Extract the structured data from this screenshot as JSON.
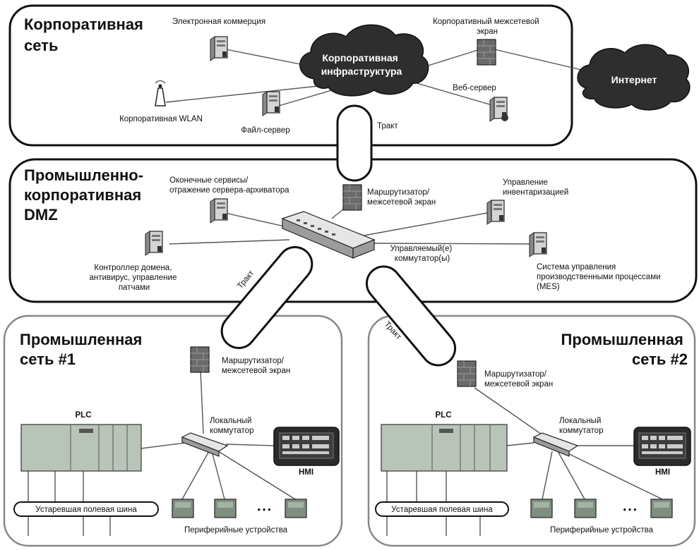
{
  "zones": {
    "corporate": "Корпоративная сеть",
    "dmz": "Промышленно-корпоративная DMZ",
    "industrial1": "Промышленная сеть #1",
    "industrial2": "Промышленная сеть #2"
  },
  "corporate": {
    "ecommerce": "Электронная коммерция",
    "firewall": "Корпоративный межсетевой экран",
    "cloud": "Корпоративная инфраструктура",
    "internet": "Интернет",
    "web_server": "Веб-сервер",
    "wlan": "Корпоративная WLAN",
    "file_server": "Файл-сервер"
  },
  "tract_label": "Тракт",
  "dmz": {
    "mirrored": "Оконечные сервисы/ отражение сервера-архиватора",
    "router_fw": "Маршрутизатор/ межсетевой экран",
    "inventory": "Управление инвентаризацией",
    "domain": "Контроллер домена, антивирус, управление патчами",
    "managed_switch": "Управляемый(е) коммутатор(ы)",
    "mes": "Система управления производственными процессами (MES)"
  },
  "industrial": {
    "router_fw": "Маршрутизатор/ межсетевой экран",
    "local_switch": "Локальный коммутатор",
    "plc": "PLC",
    "hmi": "HMI",
    "legacy_bus": "Устаревшая полевая шина",
    "peripherals": "Периферийные устройства",
    "ellipsis": "• • •"
  }
}
